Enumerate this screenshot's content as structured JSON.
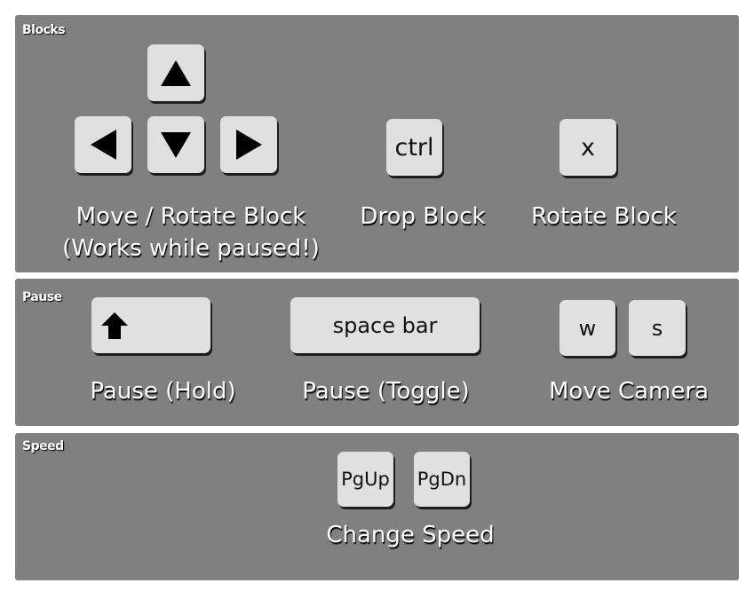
{
  "colors": {
    "panel_background": "#808080",
    "key_face": "#e0e0e0",
    "key_shadow": "#1e1e1e",
    "label_text": "#ffffff"
  },
  "blocks": {
    "title": "Blocks",
    "keys": {
      "up": "arrow-up-icon",
      "left": "arrow-left-icon",
      "down": "arrow-down-icon",
      "right": "arrow-right-icon",
      "ctrl": "ctrl",
      "x": "x"
    },
    "captions": {
      "move_rotate_line1": "Move / Rotate Block",
      "move_rotate_line2": "(Works while paused!)",
      "drop": "Drop Block",
      "rotate": "Rotate Block"
    }
  },
  "pause": {
    "title": "Pause",
    "keys": {
      "shift_icon": "shift-arrow-icon",
      "space": "space bar",
      "w": "w",
      "s": "s"
    },
    "captions": {
      "hold": "Pause (Hold)",
      "toggle": "Pause (Toggle)",
      "camera": "Move Camera"
    }
  },
  "speed": {
    "title": "Speed",
    "keys": {
      "pgup": "PgUp",
      "pgdn": "PgDn"
    },
    "captions": {
      "change": "Change Speed"
    }
  }
}
